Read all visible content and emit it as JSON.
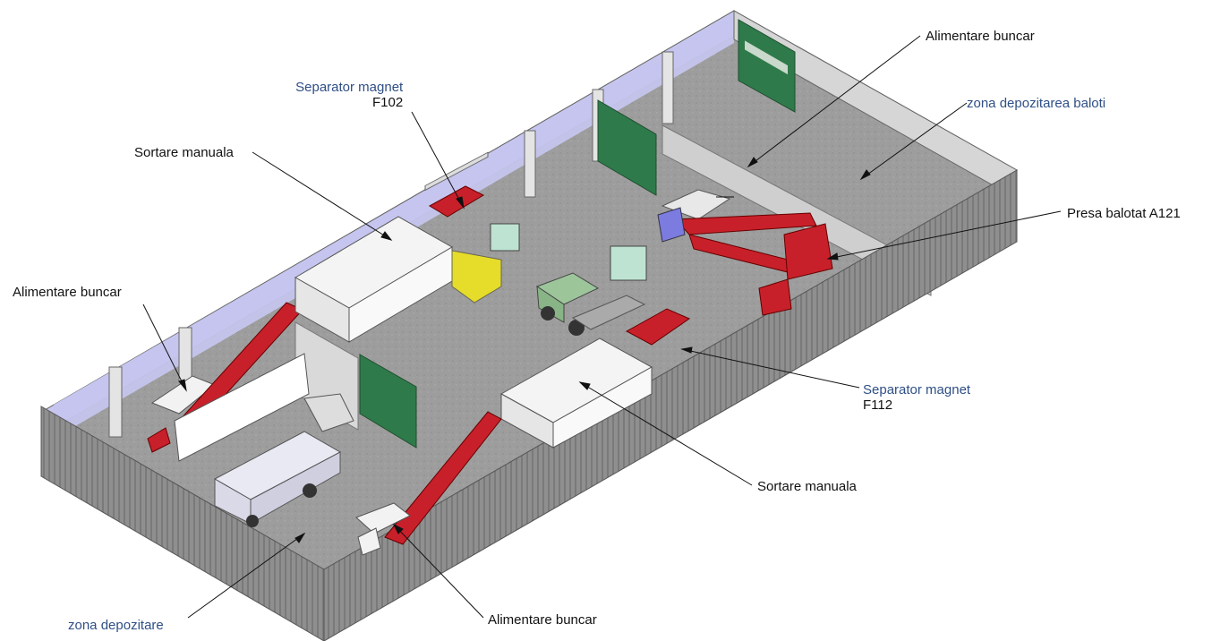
{
  "labels": {
    "separator_f102_name": "Separator magnet",
    "separator_f102_code": "F102",
    "sortare_manuala_top": "Sortare manuala",
    "alimentare_buncar_left": "Alimentare buncar",
    "alimentare_buncar_top": "Alimentare buncar",
    "zona_depozitarea_baloti": "zona depozitarea baloti",
    "presa_balotat": "Presa balotat A121",
    "separator_f112_name": "Separator magnet",
    "separator_f112_code": "F112",
    "sortare_manuala_bottom": "Sortare manuala",
    "alimentare_buncar_bottom": "Alimentare buncar",
    "zona_depozitare": "zona depozitare"
  },
  "colors": {
    "label_blue": "#2f4f86",
    "label_black": "#111111",
    "floor": "#9a9a9a",
    "outer_wall": "#8d8d8d",
    "inner_wall": "#c9c9ee",
    "conveyor_red": "#c8202a",
    "door_green": "#2f7a4a",
    "cabin_white": "#f2f2f2",
    "container_yellow": "#e6dc2a",
    "tractor_green": "#9cc59a"
  }
}
